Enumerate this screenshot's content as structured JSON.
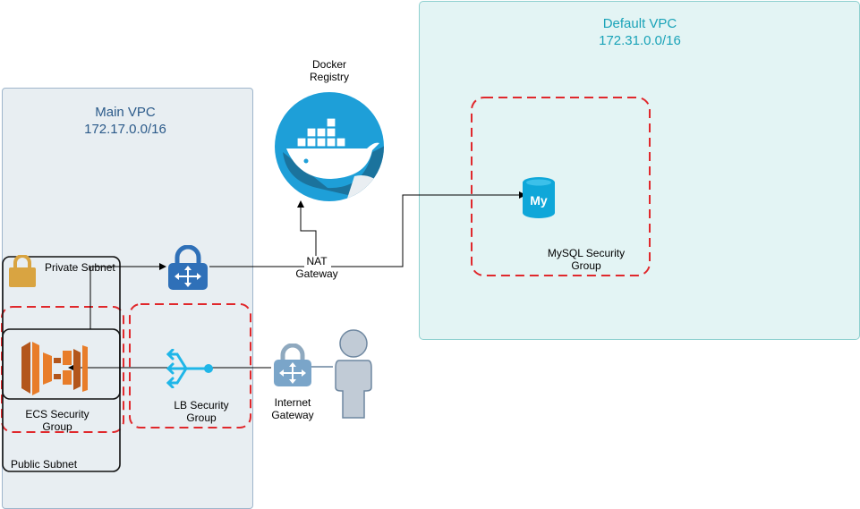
{
  "main_vpc": {
    "name": "Main VPC",
    "cidr": "172.17.0.0/16"
  },
  "default_vpc": {
    "name": "Default VPC",
    "cidr": "172.31.0.0/16"
  },
  "docker_registry": {
    "line1": "Docker",
    "line2": "Registry"
  },
  "nat_gateway": {
    "line1": "NAT",
    "line2": "Gateway"
  },
  "internet_gateway": {
    "line1": "Internet",
    "line2": "Gateway"
  },
  "private_subnet": {
    "label": "Private Subnet"
  },
  "public_subnet": {
    "label": "Public Subnet"
  },
  "ecs_security_group": {
    "line1": "ECS Security",
    "line2": "Group"
  },
  "lb_security_group": {
    "line1": "LB Security",
    "line2": "Group"
  },
  "mysql_security_group": {
    "line1": "MySQL Security",
    "line2": "Group"
  },
  "mysql_icon_text": "My",
  "colors": {
    "main_vpc_fill": "#e8eef2",
    "main_vpc_border": "#6c8ebf",
    "default_vpc_fill": "#e3f4f4",
    "default_vpc_border": "#7ecccc",
    "default_vpc_text": "#1aa3b8",
    "main_vpc_text": "#2b5a8a",
    "security_group_dash": "#e0282c",
    "aws_blue": "#2f70b8",
    "ecs_orange": "#e87d2a",
    "docker_blue": "#1e9fd8",
    "mysql_cyan": "#0fa7d9",
    "lb_cyan": "#1fb6e8",
    "gateway_gray": "#8fa9bf",
    "person_fill": "#c1cbd6",
    "person_stroke": "#6e87a0",
    "lock_gold": "#d9a441"
  }
}
